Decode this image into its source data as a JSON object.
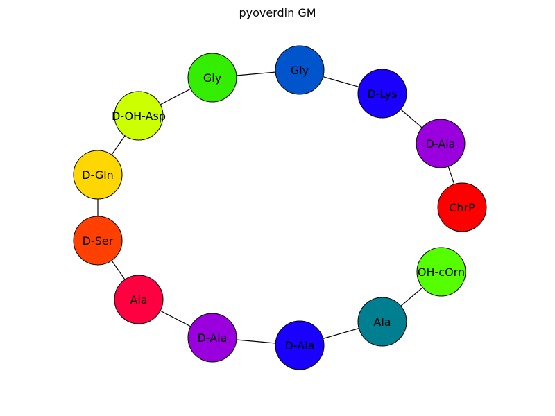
{
  "title": "pyoverdin GM",
  "nodes": [
    {
      "label": "Gly",
      "color": "#0055cc"
    },
    {
      "label": "D-Lys",
      "color": "#1a00ff"
    },
    {
      "label": "D-Ala",
      "color": "#9900dd"
    },
    {
      "label": "ChrP",
      "color": "#ff0000"
    },
    {
      "label": "OH-cOrn",
      "color": "#55ff00"
    },
    {
      "label": "Ala",
      "color": "#007f90"
    },
    {
      "label": "D-Ala",
      "color": "#1a00ff"
    },
    {
      "label": "D-Ala",
      "color": "#9900dd"
    },
    {
      "label": "Ala",
      "color": "#ff0040"
    },
    {
      "label": "D-Ser",
      "color": "#ff4000"
    },
    {
      "label": "D-Gln",
      "color": "#ffd700"
    },
    {
      "label": "D-OH-Asp",
      "color": "#ccff00"
    },
    {
      "label": "Gly",
      "color": "#33ee00"
    }
  ],
  "edges": [
    [
      0,
      1
    ],
    [
      1,
      2
    ],
    [
      2,
      3
    ],
    [
      4,
      5
    ],
    [
      5,
      6
    ],
    [
      6,
      7
    ],
    [
      7,
      8
    ],
    [
      8,
      9
    ],
    [
      9,
      10
    ],
    [
      10,
      11
    ],
    [
      11,
      12
    ],
    [
      12,
      0
    ]
  ]
}
